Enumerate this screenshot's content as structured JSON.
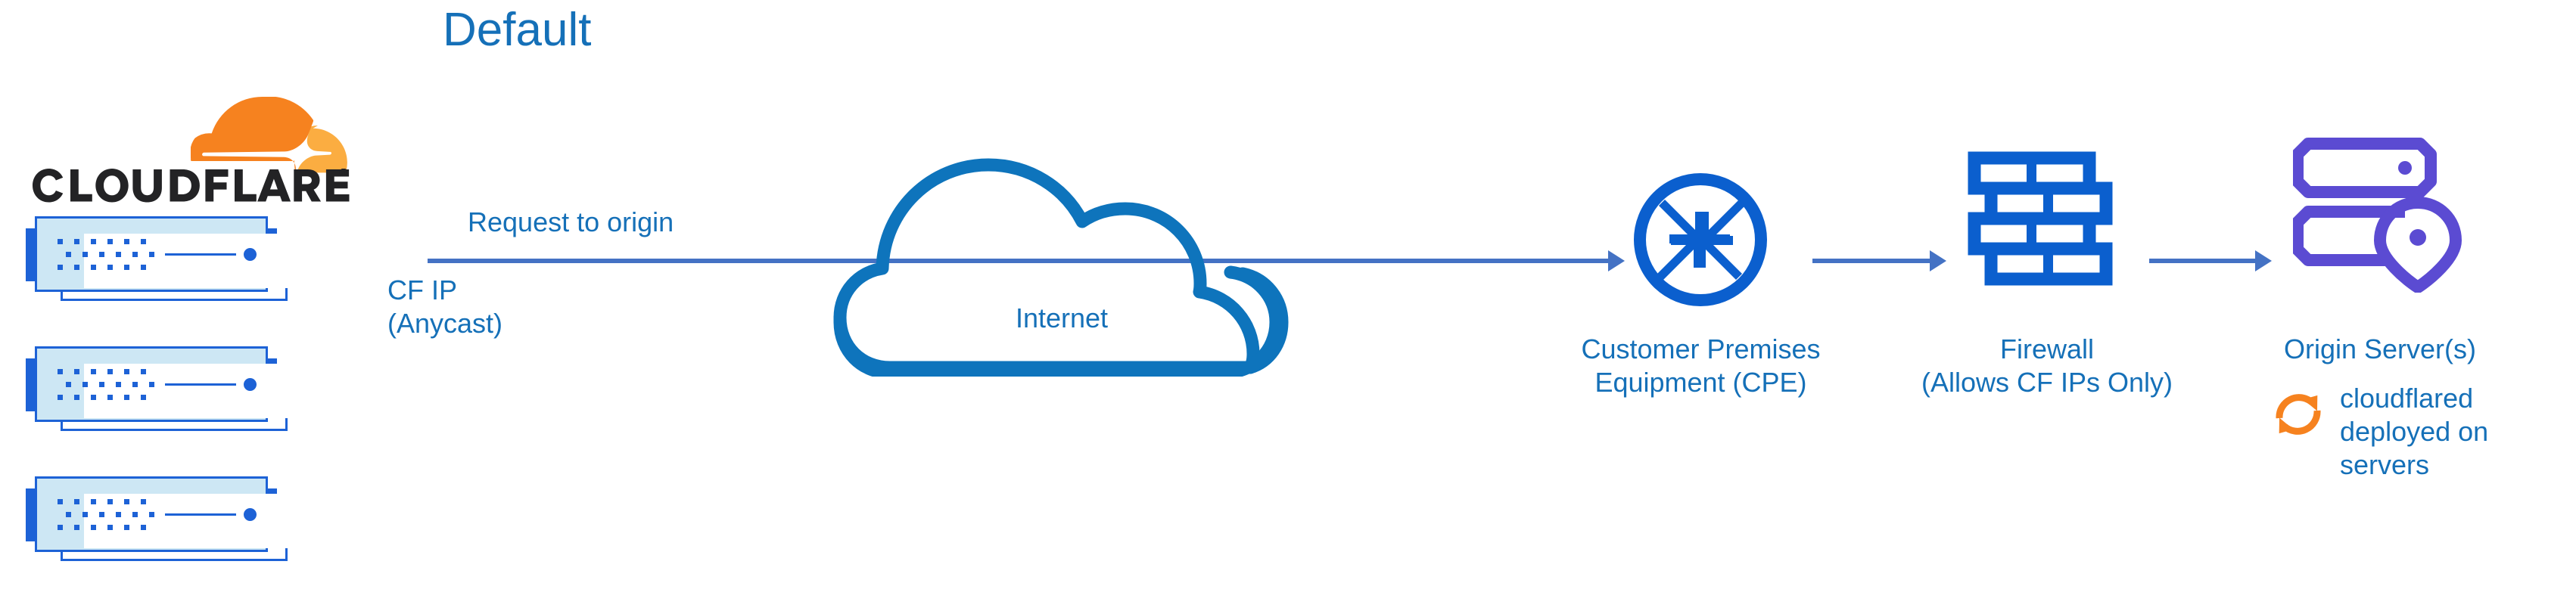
{
  "diagram": {
    "title": "Default",
    "type": "network-flow-diagram"
  },
  "colors": {
    "title_blue": "#1570B8",
    "label_blue": "#1570B8",
    "arrow_blue": "#4472C4",
    "icon_blue": "#0B5FCE",
    "cloud_outline_blue": "#0E74BC",
    "server_unit_blue": "#1D62D6",
    "server_unit_fill": "#CDE7F4",
    "origin_purple": "#5B4BD2",
    "cloudflare_orange": "#F6821F",
    "cloudflare_orange_light": "#FBAD41",
    "cloudflared_orange": "#F6821F",
    "wordmark_black": "#232325"
  },
  "brand": {
    "logo_name": "cloudflare-logo",
    "wordmark": "CLOUDFLARE",
    "registered_mark": "®"
  },
  "edge_stack": {
    "name": "cloudflare-edge-servers",
    "units": [
      {
        "id": "server-unit-1"
      },
      {
        "id": "server-unit-2"
      },
      {
        "id": "server-unit-3"
      }
    ]
  },
  "flow": {
    "request_label": "Request to origin",
    "source_label_line1": "CF IP",
    "source_label_line2": "(Anycast)"
  },
  "nodes": [
    {
      "id": "internet",
      "icon": "cloud-icon",
      "label": "Internet",
      "label_lines": [
        "Internet"
      ]
    },
    {
      "id": "cpe",
      "icon": "router-icon",
      "label": "Customer Premises Equipment (CPE)",
      "label_lines": [
        "Customer Premises",
        "Equipment (CPE)"
      ]
    },
    {
      "id": "firewall",
      "icon": "brick-wall-icon",
      "label": "Firewall (Allows CF IPs Only)",
      "label_lines": [
        "Firewall",
        "(Allows CF IPs Only)"
      ]
    },
    {
      "id": "origin",
      "icon": "server-location-icon",
      "label": "Origin Server(s)",
      "label_lines": [
        "Origin Server(s)"
      ]
    }
  ],
  "annotation": {
    "icon": "sync-arrows-icon",
    "lines": [
      "cloudflared",
      "deployed on",
      "servers"
    ],
    "text": "cloudflared deployed on servers"
  },
  "arrows": [
    {
      "id": "arrow-edge-to-cpe",
      "from": "cloudflare-edge-servers",
      "to": "cpe",
      "through": "internet"
    },
    {
      "id": "arrow-cpe-to-firewall",
      "from": "cpe",
      "to": "firewall"
    },
    {
      "id": "arrow-firewall-to-origin",
      "from": "firewall",
      "to": "origin"
    }
  ]
}
